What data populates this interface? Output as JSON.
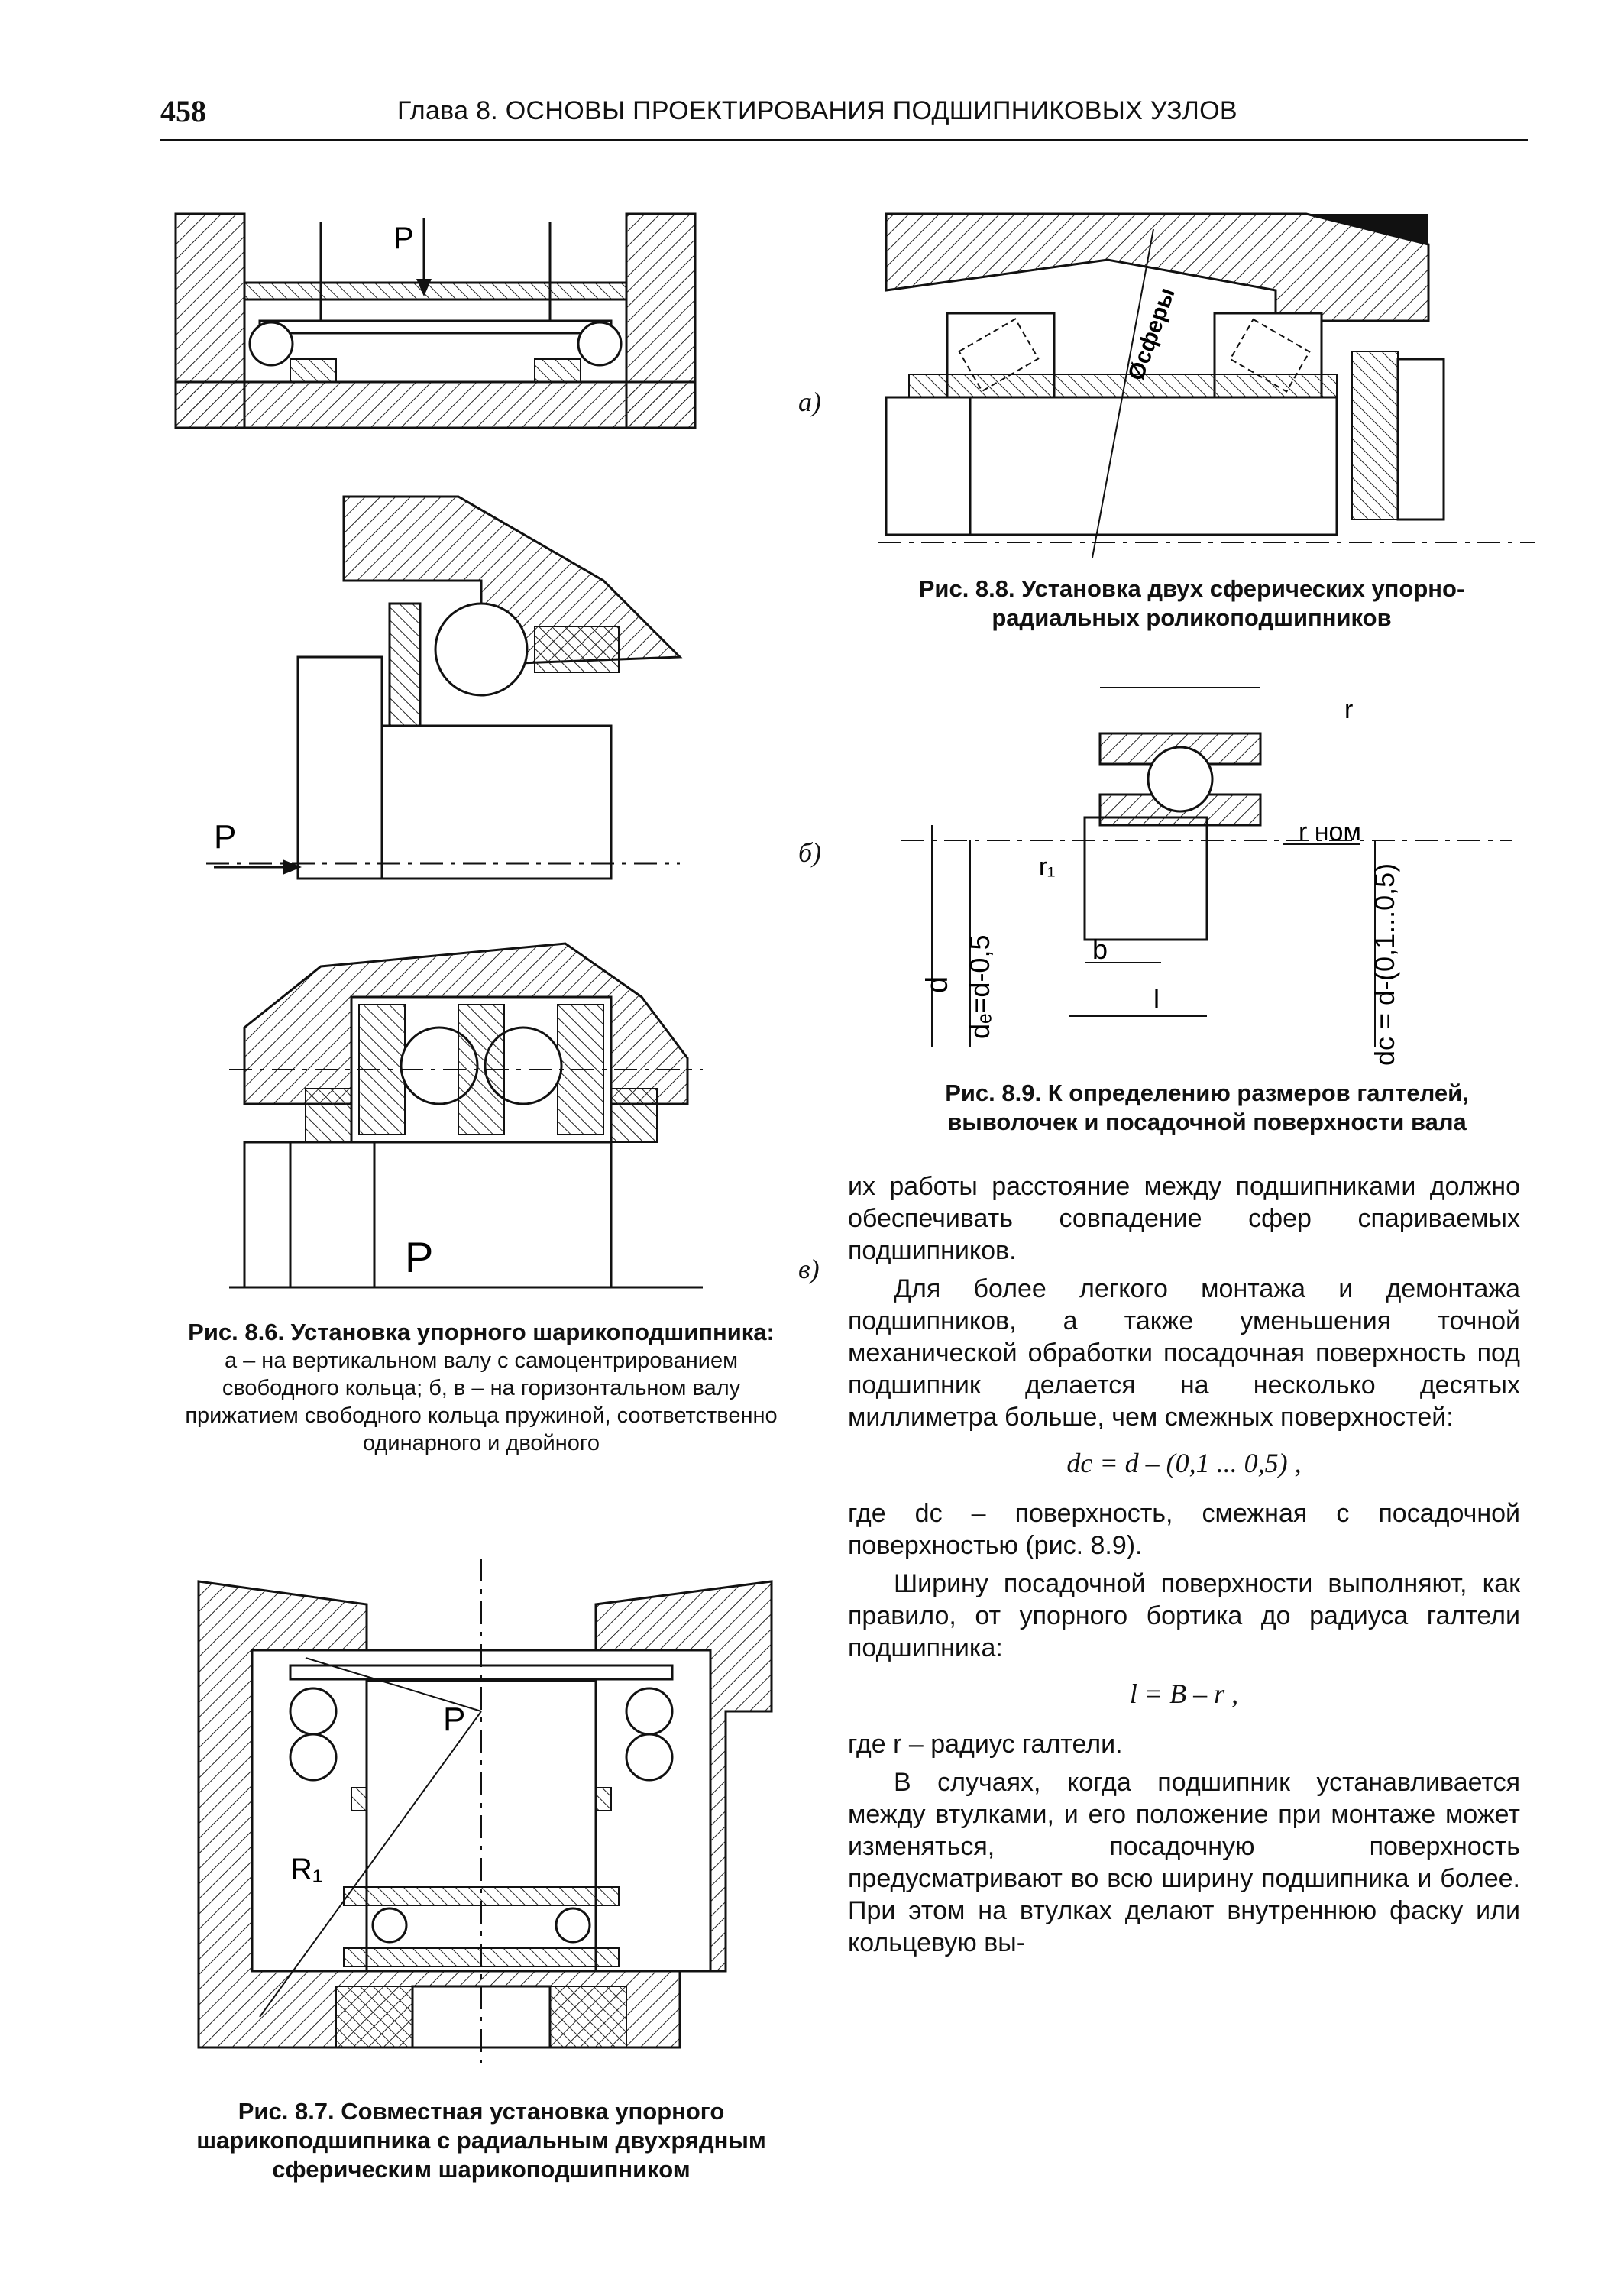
{
  "header": {
    "page_number": "458",
    "running_head": "Глава 8. ОСНОВЫ ПРОЕКТИРОВАНИЯ ПОДШИПНИКОВЫХ УЗЛОВ"
  },
  "fig_8_6": {
    "label_a": "а)",
    "label_b": "б)",
    "label_v": "в)",
    "load_label": "P",
    "caption_title": "Рис. 8.6. Установка упорного шарикоподшипника:",
    "caption_body": "а – на вертикальном валу с самоцентрированием свободного кольца; б, в – на горизонтальном валу прижатием свободного кольца пружиной, соответственно одинарного и двойного"
  },
  "fig_8_7": {
    "load_label": "P",
    "radius_label": "R₁",
    "caption": "Рис. 8.7. Совместная установка упорного шарикоподшипника с радиальным двухрядным сферическим шарикоподшипником"
  },
  "fig_8_8": {
    "sphere_label": "Øсферы",
    "caption": "Рис. 8.8. Установка двух сферических упорно-радиальных роликоподшипников"
  },
  "fig_8_9": {
    "label_d": "d",
    "label_dz": "dₑ=d-0,5",
    "label_dc": "dс = d-(0,1...0,5)",
    "label_r_nom": "r ном",
    "label_r": "r",
    "label_r1": "r₁",
    "label_b": "b",
    "label_l": "l",
    "caption": "Рис. 8.9. К определению размеров галтелей, выволочек и посадочной поверхности вала"
  },
  "text": {
    "p1": "их работы расстояние между подшипниками должно обеспечивать совпадение сфер спариваемых подшипников.",
    "p2": "Для более легкого монтажа и демонтажа подшипников, а также уменьшения точной механической обработки посадочная поверхность под подшипник делается на несколько десятых миллиметра больше, чем смежных поверхностей:",
    "formula1": "dс = d – (0,1 ... 0,5) ,",
    "p3": "где dс – поверхность, смежная с посадочной поверхностью (рис. 8.9).",
    "p4": "Ширину посадочной поверхности выполняют, как правило, от упорного бортика до радиуса галтели подшипника:",
    "formula2": "l = B – r ,",
    "p5": "где r – радиус галтели.",
    "p6": "В случаях, когда подшипник устанавливается между втулками, и его положение при монтаже может изменяться, посадочную поверхность предусматривают во всю ширину подшипника и более. При этом на втулках делают внутреннюю фаску или кольцевую вы-"
  }
}
